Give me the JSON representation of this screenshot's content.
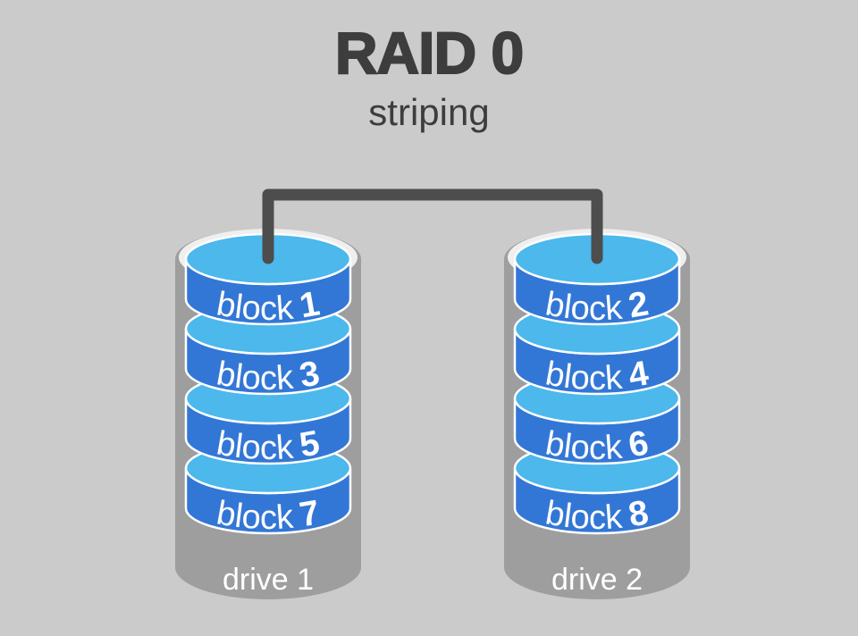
{
  "title": "RAID 0",
  "subtitle": "striping",
  "colors": {
    "background": "#cbcbcb",
    "block_side": "#3377d6",
    "block_top": "#4cb8ec",
    "drive_body": "#9e9e9e",
    "drive_rim": "#efefef",
    "connector": "#4d4d4d",
    "title_text": "#3d3d3d",
    "label_text": "#ffffff"
  },
  "drives": [
    {
      "label": "drive 1",
      "blocks": [
        {
          "word": "block",
          "num": "1"
        },
        {
          "word": "block",
          "num": "3"
        },
        {
          "word": "block",
          "num": "5"
        },
        {
          "word": "block",
          "num": "7"
        }
      ]
    },
    {
      "label": "drive 2",
      "blocks": [
        {
          "word": "block",
          "num": "2"
        },
        {
          "word": "block",
          "num": "4"
        },
        {
          "word": "block",
          "num": "6"
        },
        {
          "word": "block",
          "num": "8"
        }
      ]
    }
  ]
}
